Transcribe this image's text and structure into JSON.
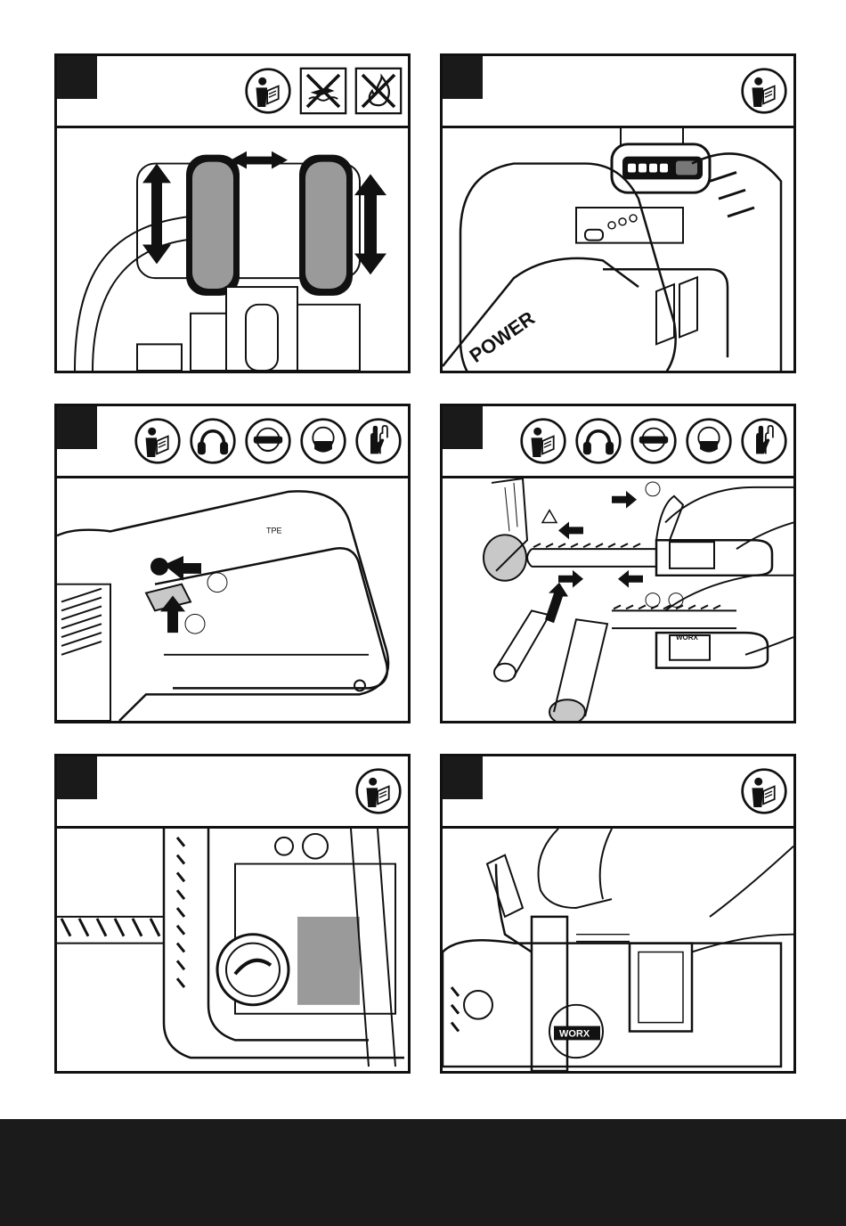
{
  "colors": {
    "ink": "#111111",
    "tab": "#1a1a1a",
    "footer": "#1b1b1b",
    "grey_fill": "#9a9a9a",
    "light_grey": "#c8c8c8"
  },
  "panels": [
    {
      "id": "panel-1",
      "icons": [
        "read-manual-icon",
        "no-water-icon",
        "no-fire-icon"
      ]
    },
    {
      "id": "panel-2",
      "icons": [
        "read-manual-icon"
      ]
    },
    {
      "id": "panel-3",
      "icons": [
        "read-manual-icon",
        "ear-protection-icon",
        "eye-protection-icon",
        "dust-mask-icon",
        "gloves-icon"
      ]
    },
    {
      "id": "panel-4",
      "icons": [
        "read-manual-icon",
        "ear-protection-icon",
        "eye-protection-icon",
        "dust-mask-icon",
        "gloves-icon"
      ]
    },
    {
      "id": "panel-5",
      "icons": [
        "read-manual-icon"
      ]
    },
    {
      "id": "panel-6",
      "icons": [
        "read-manual-icon"
      ]
    }
  ],
  "labels": {
    "saw_brand_1": "WORX",
    "saw_brand_2": "WORX",
    "battery_brand": "POWER",
    "cap_logo": "TPE"
  }
}
